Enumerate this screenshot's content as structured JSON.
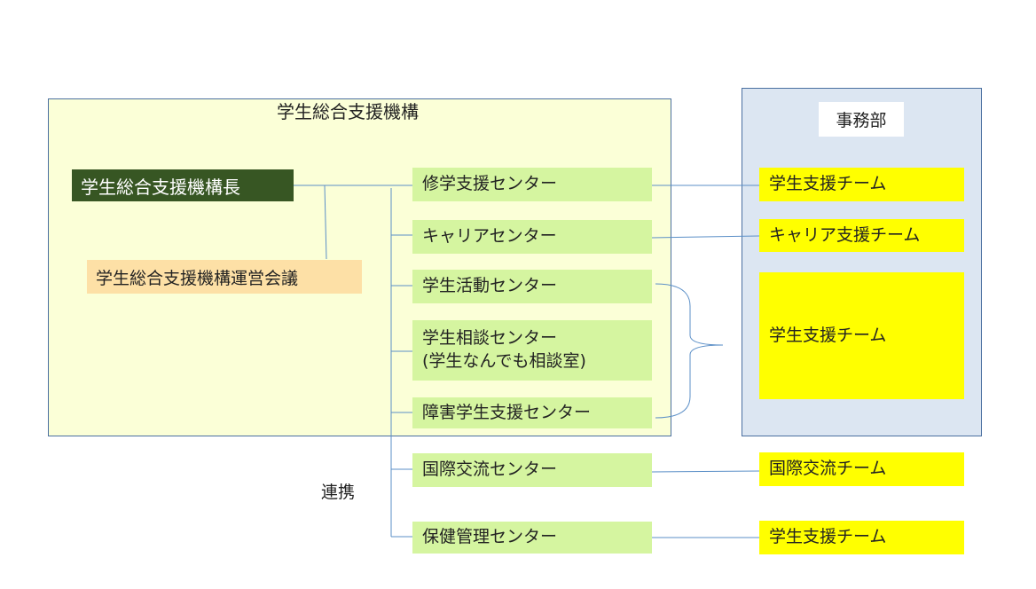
{
  "org": {
    "title": "学生総合支援機構",
    "head": "学生総合支援機構長",
    "council": "学生総合支援機構運営会議"
  },
  "office": {
    "title": "事務部"
  },
  "centers": [
    {
      "label": "修学支援センター"
    },
    {
      "label": "キャリアセンター"
    },
    {
      "label": "学生活動センター"
    },
    {
      "line1": "学生相談センター",
      "line2": "(学生なんでも相談室)"
    },
    {
      "label": "障害学生支援センター"
    },
    {
      "label": "国際交流センター"
    },
    {
      "label": "保健管理センター"
    }
  ],
  "teams": [
    {
      "label": "学生支援チーム"
    },
    {
      "label": "キャリア支援チーム"
    },
    {
      "label": "学生支援チーム"
    },
    {
      "label": "国際交流チーム"
    },
    {
      "label": "学生支援チーム"
    }
  ],
  "cooperation_label": "連携",
  "colors": {
    "org_bg": "#fbffd7",
    "office_bg": "#dce6f2",
    "frame_border": "#4a6fa0",
    "head_bg": "#375623",
    "council_bg": "#fde0a6",
    "center_bg": "#d5f5a0",
    "team_bg": "#ffff00",
    "line": "#5b8fc7"
  }
}
